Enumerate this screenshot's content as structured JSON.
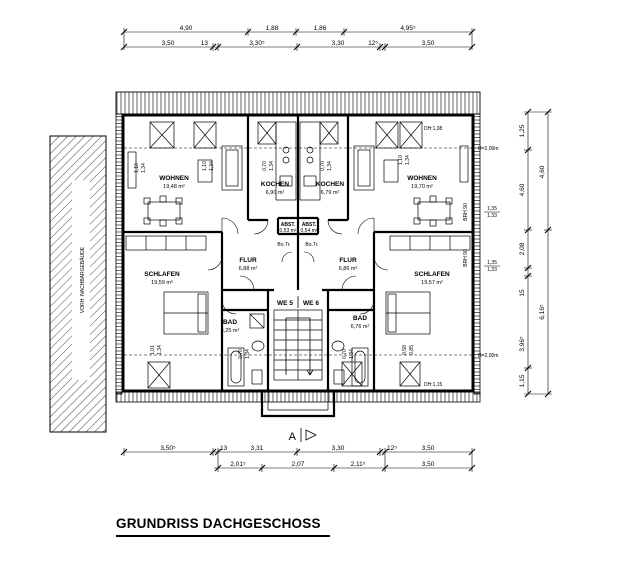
{
  "title": "GRUNDRISS DACHGESCHOSS",
  "section_marker": "A",
  "side_building": "VORH. NACHBARGEBÄUDE",
  "dims_top_row1": [
    "4,90",
    "1,88",
    "1,86",
    "4,95⁵"
  ],
  "dims_top_row2": [
    "3,50",
    "13",
    "3,30⁵",
    "3,30",
    "12⁵",
    "3,50"
  ],
  "dims_bottom_row1": [
    "3,50⁵",
    "13",
    "3,31",
    "3,30",
    "12⁵",
    "3,50"
  ],
  "dims_bottom_row2": [
    "2,01⁵",
    "2,07",
    "2,11⁵",
    "3,50"
  ],
  "dims_right_inner": [
    "1,25",
    "4,60",
    "2,08",
    "15",
    "3,96⁵",
    "1,15"
  ],
  "dims_right_outer": [
    "4,60",
    "6,16⁵"
  ],
  "window_dims": [
    "1,35",
    "1,33",
    "1,35",
    "1,33"
  ],
  "h_labels": [
    "H=2,00m",
    "H=2,00m"
  ],
  "dh_labels": [
    "DH:1,08",
    "DH:1,15"
  ],
  "brh_labels": [
    "BRH 90",
    "BRH 90"
  ],
  "units": [
    "WE 5",
    "WE 6"
  ],
  "rooms": [
    {
      "name": "WOHNEN",
      "area": "19,48 m²"
    },
    {
      "name": "KOCHEN",
      "area": "6,90 m²"
    },
    {
      "name": "KOCHEN",
      "area": "6,79 m²"
    },
    {
      "name": "WOHNEN",
      "area": "19,70 m²"
    },
    {
      "name": "ABST.",
      "area": "0,53 m²"
    },
    {
      "name": "ABST.",
      "area": "0,54 m²"
    },
    {
      "name": "SCHLAFEN",
      "area": "19,59 m²"
    },
    {
      "name": "FLUR",
      "area": "6,88 m²"
    },
    {
      "name": "FLUR",
      "area": "6,86 m²"
    },
    {
      "name": "SCHLAFEN",
      "area": "19,57 m²"
    },
    {
      "name": "BAD",
      "area": "6,25 m²"
    },
    {
      "name": "BAD",
      "area": "6,76 m²"
    }
  ],
  "door_labels": [
    "Bo.Tr.",
    "Bo.Tr."
  ],
  "window_tags": [
    {
      "a": "1,10",
      "b": "1,34"
    },
    {
      "a": "1,10",
      "b": "1,34"
    },
    {
      "a": "0,70",
      "b": "1,34"
    },
    {
      "a": "0,70",
      "b": "1,34"
    },
    {
      "a": "1,10",
      "b": "1,34"
    },
    {
      "a": "1,01",
      "b": "1,34"
    },
    {
      "a": "0,70",
      "b": "1,34"
    },
    {
      "a": "0,70",
      "b": "1,34"
    },
    {
      "a": "0,58",
      "b": "0,85"
    }
  ]
}
